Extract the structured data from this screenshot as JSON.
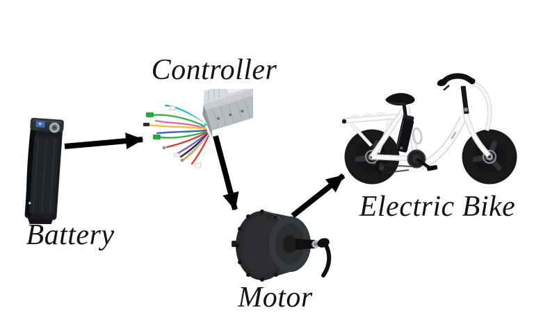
{
  "diagram": {
    "type": "flow-diagram",
    "background": "#ffffff",
    "labels": {
      "battery": "Battery",
      "controller": "Controller",
      "motor": "Motor",
      "electric_bike": "Electric Bike"
    },
    "nodes": [
      {
        "id": "battery",
        "label": "Battery",
        "image": "black-ebike-battery-pack-photo"
      },
      {
        "id": "controller",
        "label": "Controller",
        "image": "silver-motor-controller-with-colored-wires-photo"
      },
      {
        "id": "motor",
        "label": "Motor",
        "image": "black-hub-motor-photo"
      },
      {
        "id": "electric_bike",
        "label": "Electric Bike",
        "image": "white-folding-fat-tire-ebike-photo"
      }
    ],
    "arrows": [
      {
        "from": "battery",
        "to": "controller"
      },
      {
        "from": "controller",
        "to": "motor"
      },
      {
        "from": "motor",
        "to": "electric_bike"
      }
    ],
    "colors": {
      "arrow": "#000000",
      "label_text": "#141414",
      "battery_body": "#1a1c1f",
      "controller_body": "#b7bcc1",
      "motor_body": "#2e3134",
      "bike_frame": "#fafafa",
      "wheel": "#19191b",
      "wire_palette": [
        "#2fb9c9",
        "#33b44a",
        "#e06aa0",
        "#ecc23d",
        "#3e68c0",
        "#dd3a2f",
        "#7e57b5",
        "#ef8c2c",
        "#26282b",
        "#f4f4f4",
        "#b9bec4"
      ]
    }
  }
}
